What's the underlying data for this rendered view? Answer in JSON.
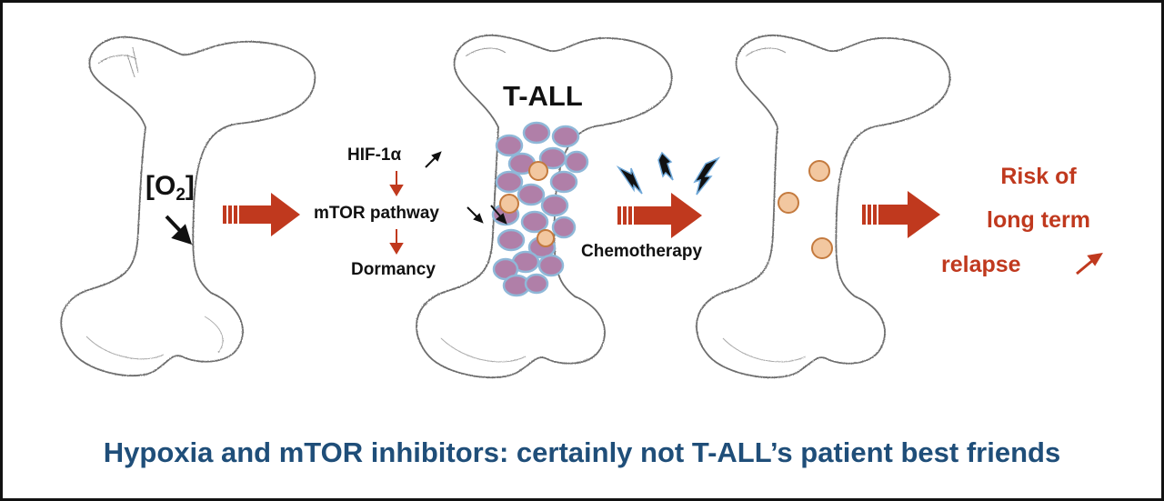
{
  "labels": {
    "oxygen": "[O",
    "oxygen_sub": "2",
    "oxygen_close": "]",
    "tall": "T-ALL",
    "hif": "HIF-1α",
    "mtor": "mTOR pathway",
    "dormancy": "Dormancy",
    "chemotherapy": "Chemotherapy",
    "risk_line1": "Risk of",
    "risk_line2": "long term",
    "risk_line3": "relapse"
  },
  "caption": "Hypoxia and mTOR inhibitors: certainly not T-ALL’s patient best friends",
  "colors": {
    "arrow": "#c0391e",
    "caption": "#1f4e79",
    "leukemic_cell": "#b07fa8",
    "dormant_cell": "#f2c7a0"
  }
}
